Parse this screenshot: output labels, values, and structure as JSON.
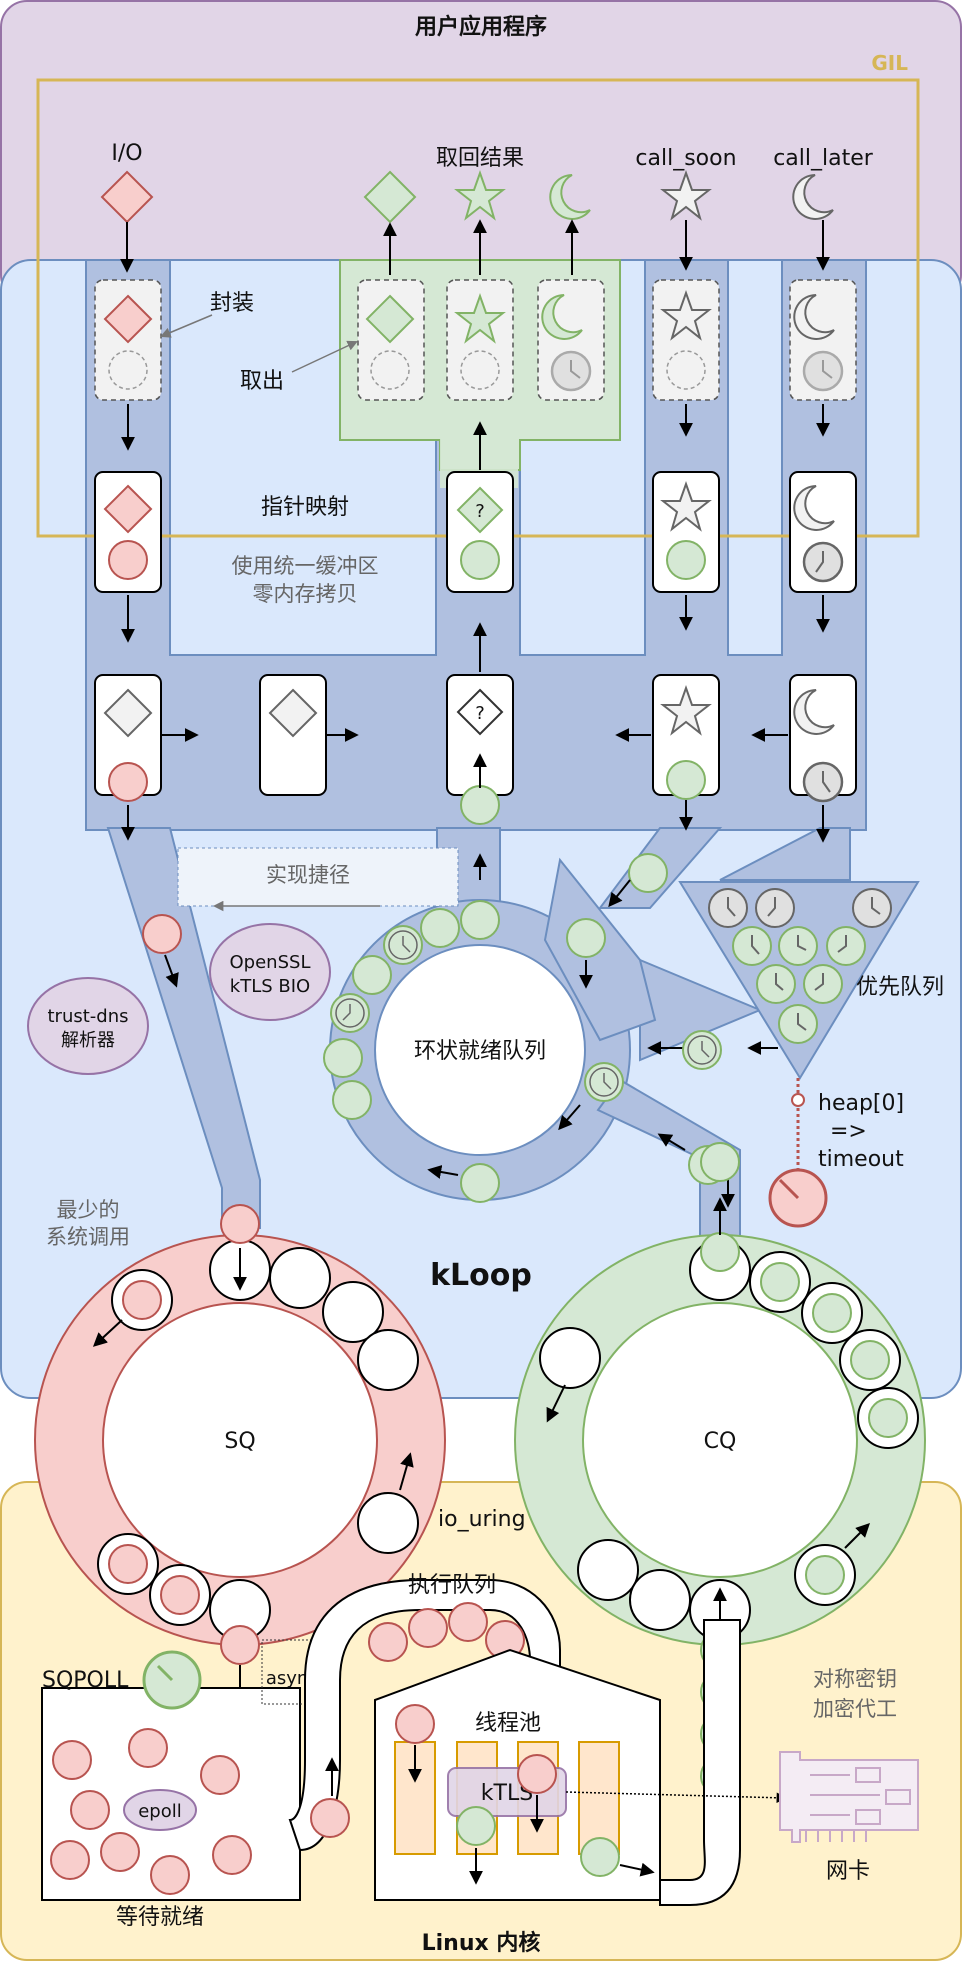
{
  "labels": {
    "user_app": "用户应用程序",
    "gil": "GIL",
    "io": "I/O",
    "retrieve_results": "取回结果",
    "call_soon": "call_soon",
    "call_later": "call_later",
    "wrap": "封装",
    "take_out": "取出",
    "pointer_map": "指针映射",
    "unified_buffer_1": "使用统一缓冲区",
    "unified_buffer_2": "零内存拷贝",
    "shortcut": "实现捷径",
    "openssl_1": "OpenSSL",
    "openssl_2": "kTLS BIO",
    "trustdns_1": "trust-dns",
    "trustdns_2": "解析器",
    "ring_ready_queue": "环状就绪队列",
    "priority_queue": "优先队列",
    "heap_1": "heap[0]",
    "heap_2": "=>",
    "heap_3": "timeout",
    "min_syscalls_1": "最少的",
    "min_syscalls_2": "系统调用",
    "kloop": "kLoop",
    "sq": "SQ",
    "cq": "CQ",
    "io_uring": "io_uring",
    "exec_queue": "执行队列",
    "sqpoll": "SQPOLL",
    "async": "async",
    "thread_pool": "线程池",
    "ktls": "kTLS",
    "symkey_1": "对称密钥",
    "symkey_2": "加密代工",
    "nic": "网卡",
    "epoll": "epoll",
    "wait_ready": "等待就绪",
    "linux_kernel": "Linux 内核",
    "unknown_mark": "?"
  },
  "icons": [
    "diamond-icon",
    "star-icon",
    "moon-icon",
    "clock-icon",
    "circle-token-icon",
    "network-card-icon"
  ],
  "colors": {
    "user_app_bg": "#e1d5e7",
    "user_app_border": "#9673a6",
    "gil_border": "#d6b656",
    "kloop_bg": "#dae8fc",
    "kloop_border": "#6c8ebf",
    "channel": "#b0c0e0",
    "retrieve_green": "#d5e8d4",
    "green_border": "#82b366",
    "red_fill": "#f8cecc",
    "red_border": "#b85450",
    "kernel_bg": "#fff2cc",
    "orange_slot": "#ffe6cc",
    "gray_fill": "#e0e0e0"
  }
}
